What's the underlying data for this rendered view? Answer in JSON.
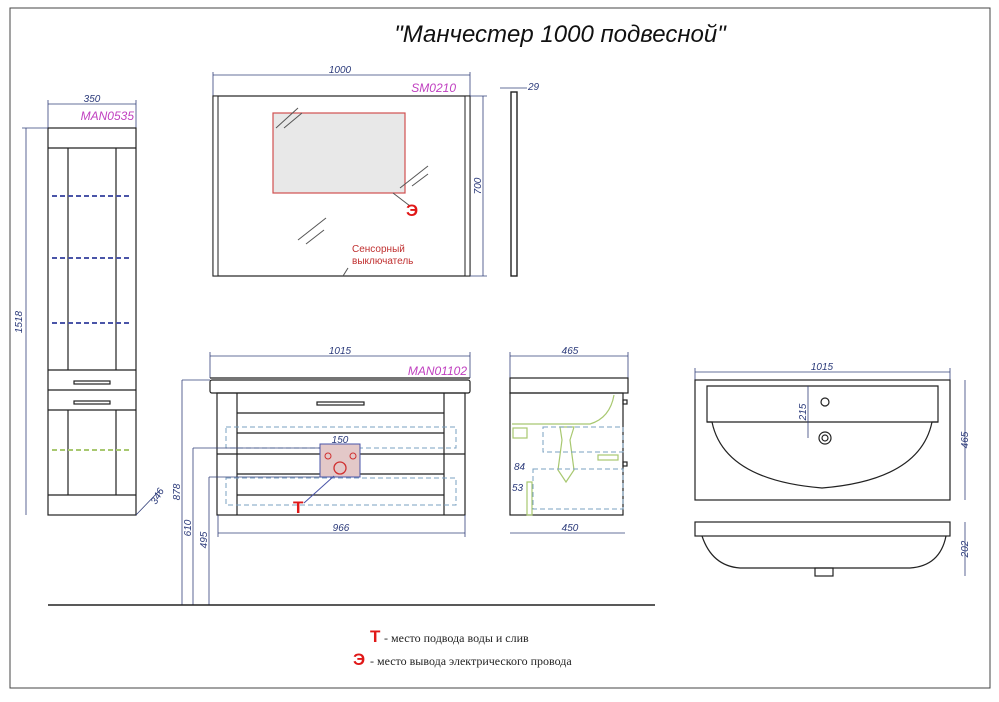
{
  "title": "\"Манчестер 1000 подвесной\"",
  "pencil_case": {
    "code": "MAN0535",
    "width": "350",
    "height": "1518",
    "depth": "346"
  },
  "mirror": {
    "code": "SM0210",
    "width": "1000",
    "height": "700",
    "depth": "29",
    "electric_mark": "Э",
    "switch_label_1": "Сенсорный",
    "switch_label_2": "выключатель"
  },
  "vanity": {
    "code": "MAN01102",
    "width_top": "1015",
    "width_body": "966",
    "pipe_zone": "150",
    "water_mark": "Т",
    "height_top": "878",
    "height_pipe": "610",
    "height_bottom": "495"
  },
  "side_view": {
    "depth_top": "465",
    "depth_body": "450",
    "dim_a": "84",
    "dim_b": "53"
  },
  "basin": {
    "width": "1015",
    "depth": "465",
    "tap_offset": "215",
    "height": "202"
  },
  "legend": [
    {
      "mark": "Т",
      "text": "- место подвода воды и слив"
    },
    {
      "mark": "Э",
      "text": "- место вывода электрического провода"
    }
  ]
}
